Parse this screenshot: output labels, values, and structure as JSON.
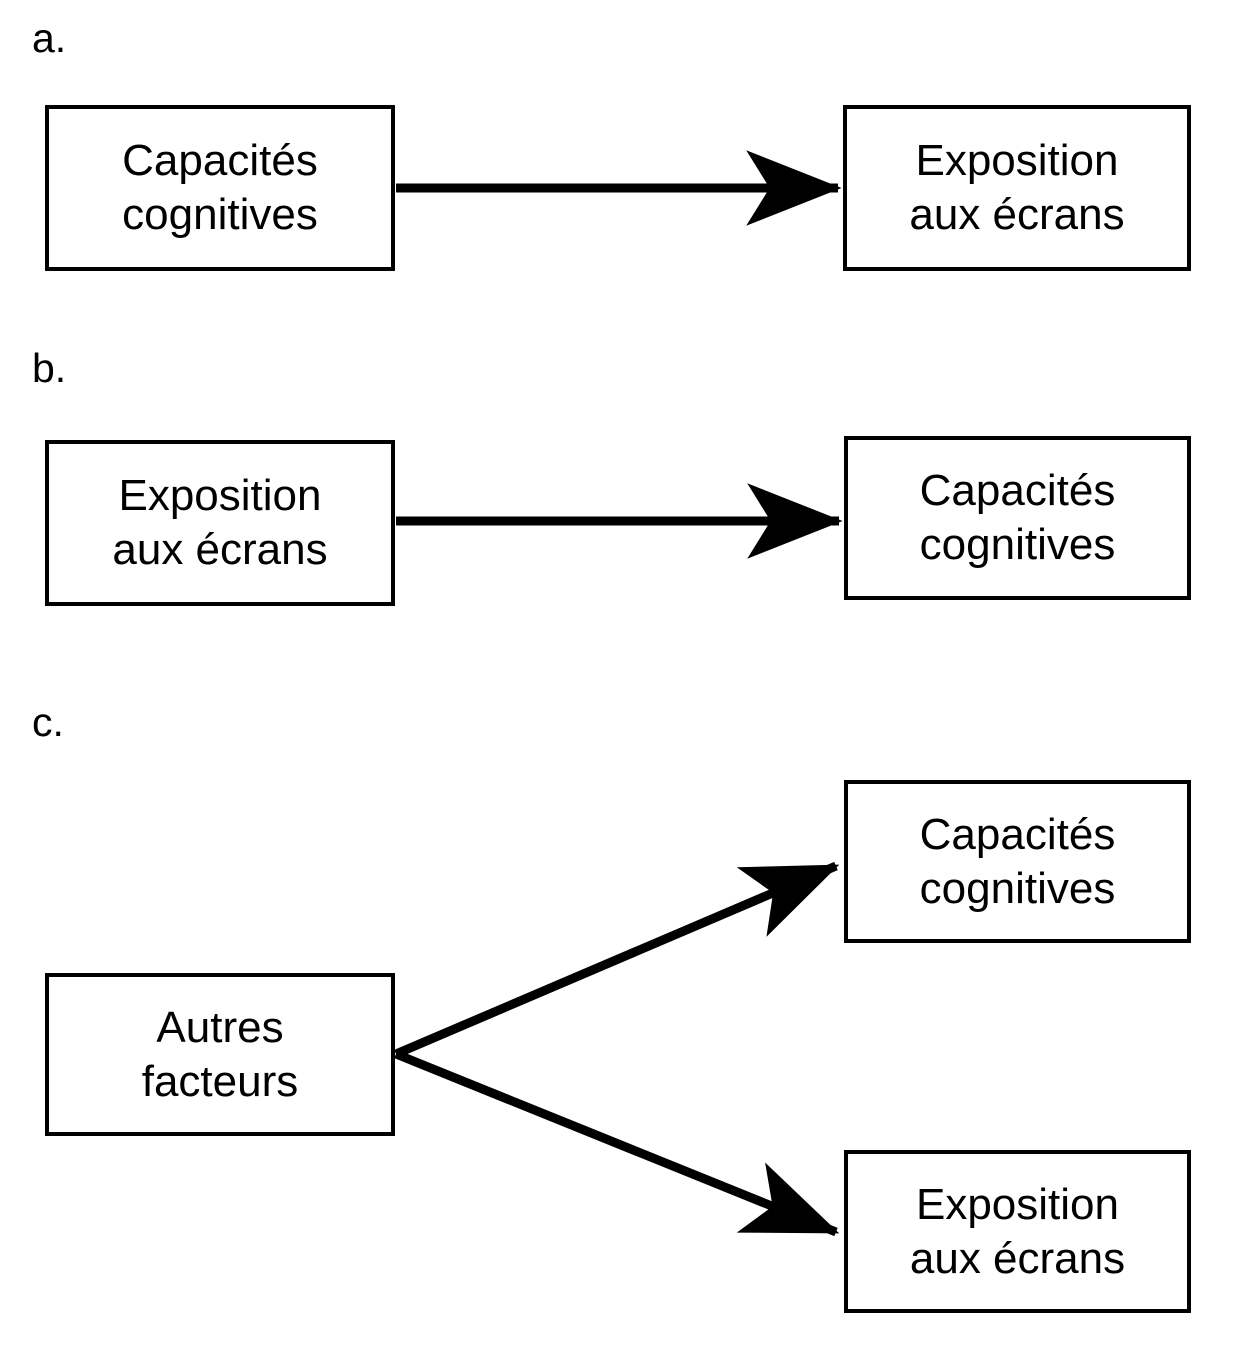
{
  "figure": {
    "background_color": "#ffffff",
    "stroke_color": "#000000",
    "panels": [
      {
        "label": "a.",
        "nodes": [
          {
            "name": "cognitive-abilities",
            "text": "Capacités\ncognitives"
          },
          {
            "name": "screen-exposure",
            "text": "Exposition\naux écrans"
          }
        ],
        "arrows": [
          {
            "from": "cognitive-abilities",
            "to": "screen-exposure",
            "style": "straight"
          }
        ]
      },
      {
        "label": "b.",
        "nodes": [
          {
            "name": "screen-exposure",
            "text": "Exposition\naux écrans"
          },
          {
            "name": "cognitive-abilities",
            "text": "Capacités\ncognitives"
          }
        ],
        "arrows": [
          {
            "from": "screen-exposure",
            "to": "cognitive-abilities",
            "style": "straight"
          }
        ]
      },
      {
        "label": "c.",
        "nodes": [
          {
            "name": "other-factors",
            "text": "Autres\nfacteurs"
          },
          {
            "name": "cognitive-abilities",
            "text": "Capacités\ncognitives"
          },
          {
            "name": "screen-exposure",
            "text": "Exposition\naux écrans"
          }
        ],
        "arrows": [
          {
            "from": "other-factors",
            "to": "cognitive-abilities",
            "style": "diagonal-up"
          },
          {
            "from": "other-factors",
            "to": "screen-exposure",
            "style": "diagonal-down"
          }
        ]
      }
    ],
    "labels": {
      "panel_a": "a.",
      "panel_b": "b.",
      "panel_c": "c.",
      "cognitive_abilities": "Capacités\ncognitives",
      "screen_exposure": "Exposition\naux écrans",
      "other_factors": "Autres\nfacteurs"
    }
  }
}
